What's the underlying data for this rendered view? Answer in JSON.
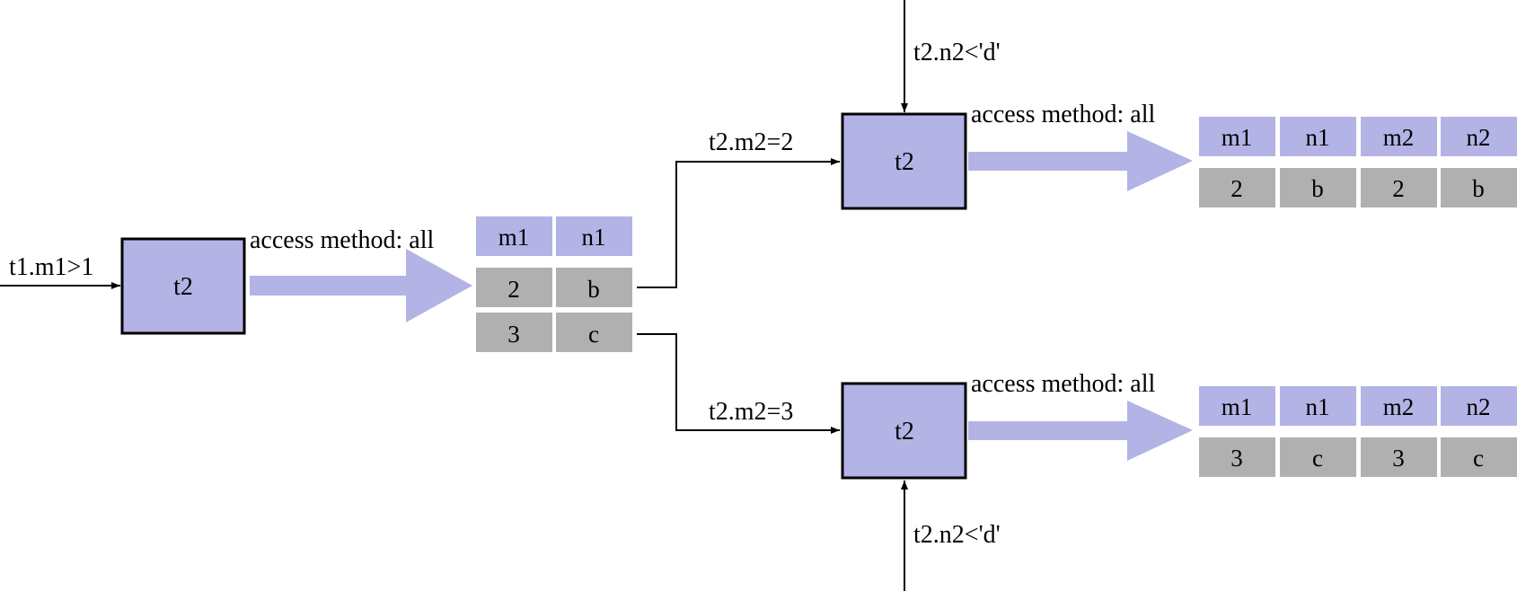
{
  "colors": {
    "box_fill": "#b3b3e6",
    "header_fill": "#b3b3e6",
    "row_fill": "#b0b0b0",
    "line": "#000000",
    "flow_arrow": "#b3b3e6"
  },
  "nodes": {
    "root": {
      "table": "t2",
      "input_condition": "t1.m1>1",
      "access_method": "access method: all",
      "result": {
        "columns": [
          "m1",
          "n1"
        ],
        "rows": [
          [
            "2",
            "b"
          ],
          [
            "3",
            "c"
          ]
        ]
      }
    },
    "top": {
      "table": "t2",
      "join_condition": "t2.m2=2",
      "filter_condition": "t2.n2<'d'",
      "access_method": "access method: all",
      "result": {
        "columns": [
          "m1",
          "n1",
          "m2",
          "n2"
        ],
        "rows": [
          [
            "2",
            "b",
            "2",
            "b"
          ]
        ]
      }
    },
    "bottom": {
      "table": "t2",
      "join_condition": "t2.m2=3",
      "filter_condition": "t2.n2<'d'",
      "access_method": "access method: all",
      "result": {
        "columns": [
          "m1",
          "n1",
          "m2",
          "n2"
        ],
        "rows": [
          [
            "3",
            "c",
            "3",
            "c"
          ]
        ]
      }
    }
  }
}
